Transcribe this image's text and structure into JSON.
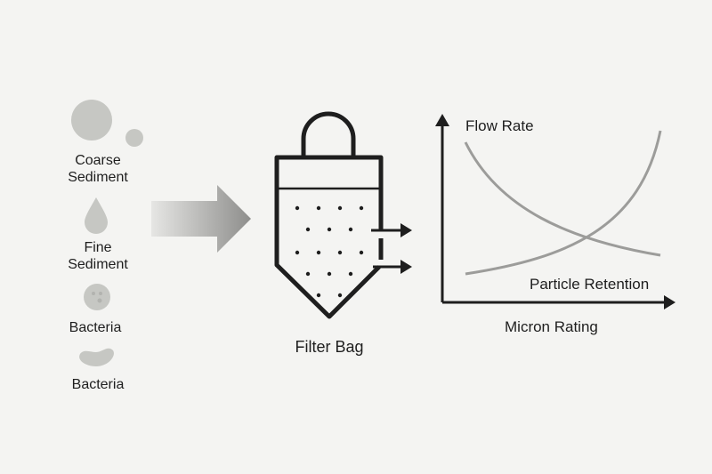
{
  "particles": [
    {
      "label_line1": "Coarse",
      "label_line2": "Sediment",
      "icon": "circle-particles"
    },
    {
      "label_line1": "Fine",
      "label_line2": "Sediment",
      "icon": "droplet"
    },
    {
      "label_line1": "Bacteria",
      "icon": "spotted-circle"
    },
    {
      "label_line1": "Bacteria",
      "icon": "bean-shape"
    }
  ],
  "filter": {
    "label": "Filter Bag"
  },
  "graph": {
    "curve1_label": "Flow Rate",
    "curve2_label": "Particle Retention",
    "xlabel": "Micron Rating"
  },
  "colors": {
    "particle": "#c6c7c3",
    "stroke": "#1e1e1e",
    "curve": "#9c9c9a"
  }
}
